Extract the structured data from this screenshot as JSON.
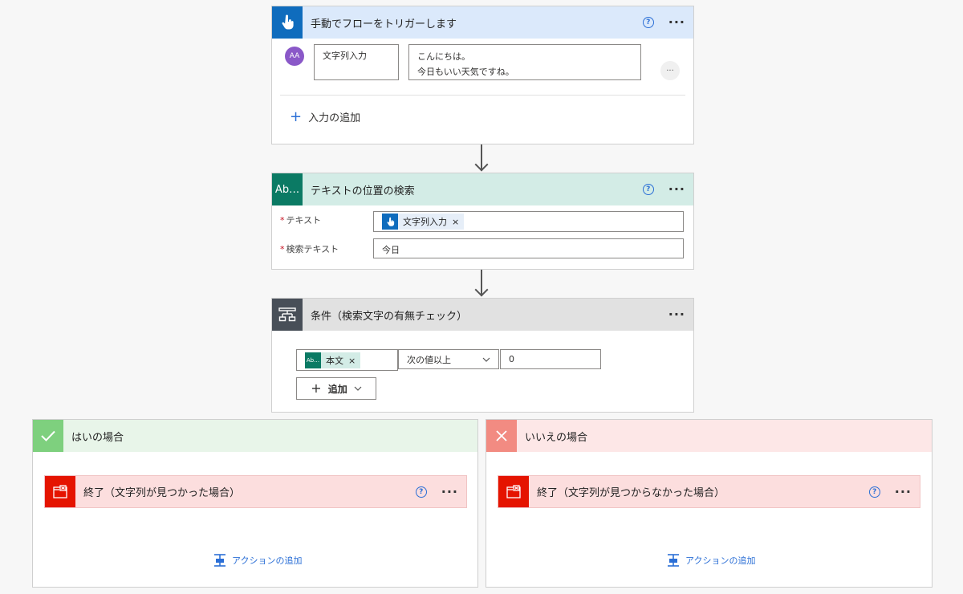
{
  "trigger": {
    "title": "手動でフローをトリガーします",
    "input_name": "文字列入力",
    "input_value_line1": "こんにちは。",
    "input_value_line2": "今日もいい天気ですね。",
    "add_input_label": "入力の追加",
    "avatar_text": "AA",
    "color": "#0f6cbd"
  },
  "find_text": {
    "title": "テキストの位置の検索",
    "icon_text": "Ab…",
    "text_label": "テキスト",
    "text_token": "文字列入力",
    "search_label": "検索テキスト",
    "search_value": "今日",
    "color": "#0b7a64"
  },
  "condition": {
    "title": "条件（検索文字の有無チェック）",
    "token_label": "本文",
    "token_icon_text": "Ab…",
    "operator": "次の値以上",
    "value": "0",
    "add_label": "追加",
    "color": "#484f58"
  },
  "yes_branch": {
    "title": "はいの場合",
    "action_title": "終了（文字列が見つかった場合）",
    "add_action_label": "アクションの追加"
  },
  "no_branch": {
    "title": "いいえの場合",
    "action_title": "終了（文字列が見つからなかった場合）",
    "add_action_label": "アクションの追加"
  },
  "icons": {
    "help": "?",
    "more": "···",
    "token_close": "×",
    "plus": "+"
  }
}
